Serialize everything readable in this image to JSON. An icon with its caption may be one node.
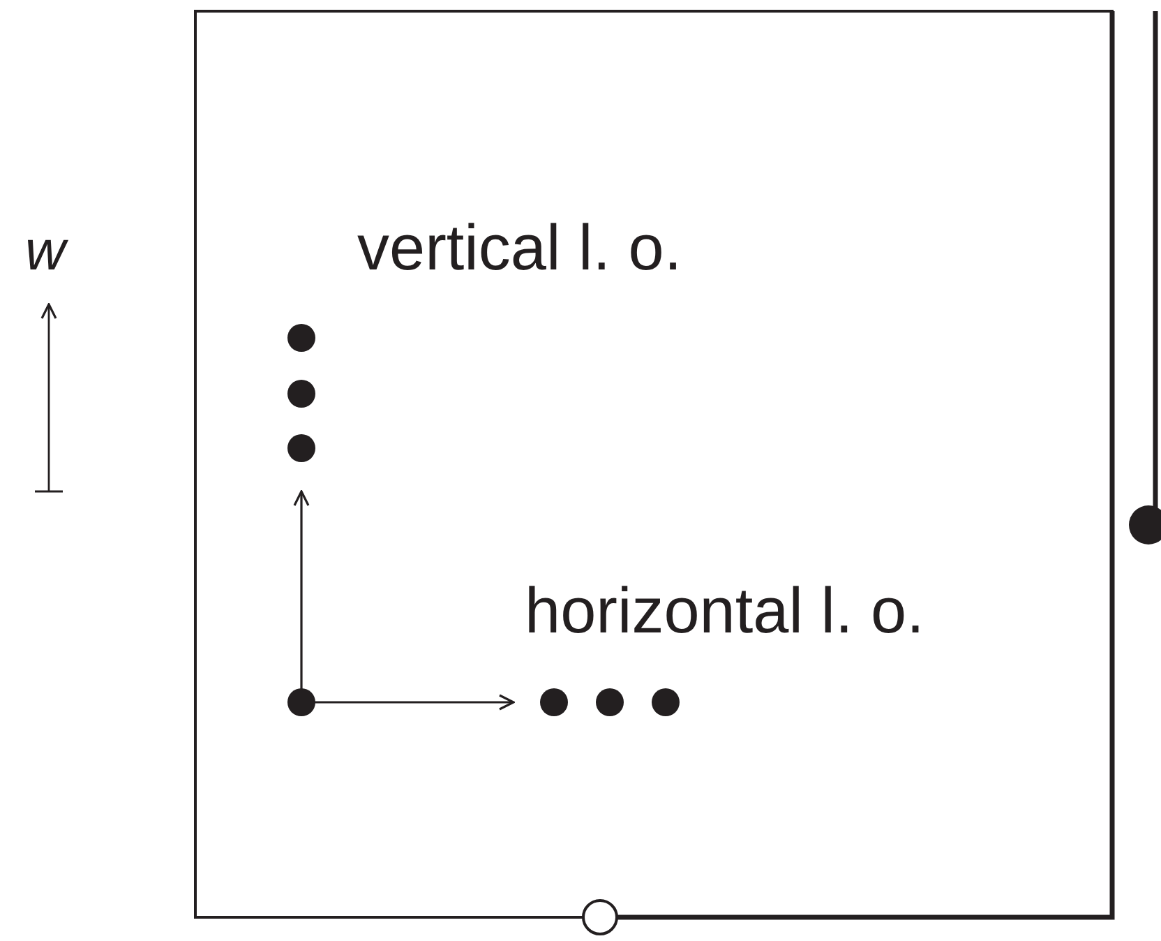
{
  "diagram": {
    "labels": [
      "w",
      "vertical l. o.",
      "horizontal l. o."
    ]
  }
}
